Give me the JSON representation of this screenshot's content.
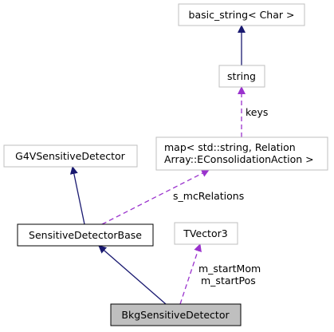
{
  "colors": {
    "inheritance_edge": "#191970",
    "usage_edge": "#9a32cd",
    "node_border_default": "#bfbfbf",
    "node_border_class": "#000000",
    "highlight_fill": "#bfbfbf",
    "background": "#ffffff"
  },
  "nodes": {
    "basic_string": {
      "label": "basic_string< Char >"
    },
    "string": {
      "label": "string"
    },
    "map": {
      "line1": "map< std::string, Relation",
      "line2": "Array::EConsolidationAction >"
    },
    "g4vsensitivedetector": {
      "label": "G4VSensitiveDetector"
    },
    "sensitivedetectorbase": {
      "label": "SensitiveDetectorBase"
    },
    "tvector3": {
      "label": "TVector3"
    },
    "bkgsensitivedetector": {
      "label": "BkgSensitiveDetector"
    }
  },
  "edges": {
    "keys": {
      "label": "keys"
    },
    "s_mcrelations": {
      "label": "s_mcRelations"
    },
    "start_vars": {
      "line1": "m_startMom",
      "line2": "m_startPos"
    }
  }
}
